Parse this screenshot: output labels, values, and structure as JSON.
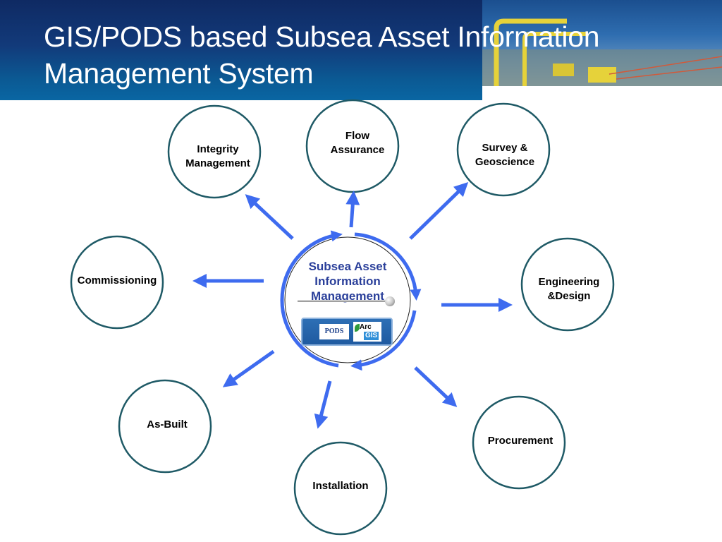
{
  "title": {
    "line1": "GIS/PODS based Subsea Asset Information",
    "line2": "Management System"
  },
  "center": {
    "line1": "Subsea Asset",
    "line2": "Information",
    "line3": "Management",
    "logos": {
      "pods": "PODS",
      "arc": "Arc",
      "gis": "GIS"
    }
  },
  "nodes": [
    {
      "id": "integrity",
      "lines": [
        "Integrity",
        "Management"
      ]
    },
    {
      "id": "flow",
      "lines": [
        "Flow",
        "Assurance"
      ]
    },
    {
      "id": "survey",
      "lines": [
        "Survey &",
        "Geoscience"
      ]
    },
    {
      "id": "commissioning",
      "lines": [
        "Commissioning"
      ]
    },
    {
      "id": "engineering",
      "lines": [
        "Engineering",
        "&Design"
      ]
    },
    {
      "id": "asbuilt",
      "lines": [
        "As-Built"
      ]
    },
    {
      "id": "procurement",
      "lines": [
        "Procurement"
      ]
    },
    {
      "id": "installation",
      "lines": [
        "Installation"
      ]
    }
  ],
  "colors": {
    "circle_stroke": "#1f5a66",
    "arrow": "#3e6bef",
    "center_text": "#2a3f9a",
    "banner": "#123a7a"
  }
}
